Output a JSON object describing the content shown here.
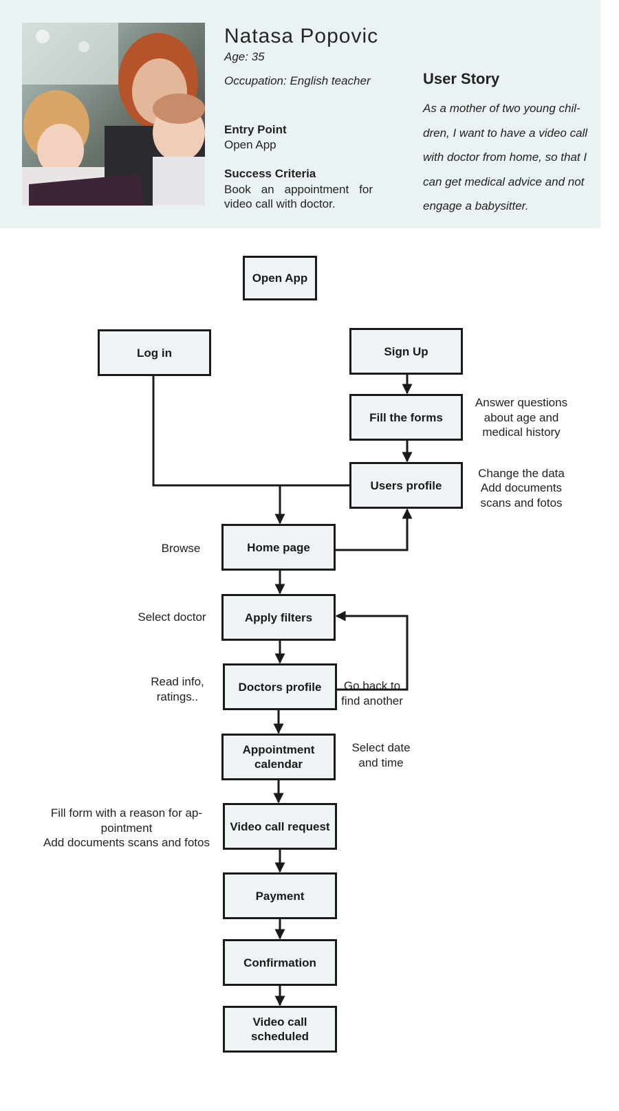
{
  "persona": {
    "name": "Natasa Popovic",
    "age": "Age: 35",
    "occupation": "Occupation: English teacher",
    "entry_point_title": "Entry Point",
    "entry_point_value": "Open App",
    "success_title": "Success Criteria",
    "success_value": "Book an appointment for video call with doctor.",
    "story_title": "User Story",
    "story_text": "As a mother of two young chil-dren, I want to have a video call with doctor from home, so that I can get medical advice and not engage a babysitter."
  },
  "flow": {
    "nodes": {
      "open_app": "Open App",
      "log_in": "Log in",
      "sign_up": "Sign Up",
      "fill_forms": "Fill the forms",
      "users_profile": "Users profile",
      "home_page": "Home page",
      "apply_filters": "Apply filters",
      "doctors_profile": "Doctors profile",
      "appointment_calendar": "Appointment calendar",
      "video_call_request": "Video call request",
      "payment": "Payment",
      "confirmation": "Confirmation",
      "video_call_scheduled": "Video call scheduled"
    },
    "notes": {
      "fill_forms": "Answer questions about age and medical history",
      "users_profile_1": "Change the data",
      "users_profile_2": "Add documents scans and fotos",
      "browse": "Browse",
      "select_doctor": "Select doctor",
      "read_info": "Read info, ratings..",
      "go_back": "Go back to find another",
      "select_date": "Select date and time",
      "fill_form_reason": "Fill form with a reason for ap-pointment",
      "add_documents": "Add documents scans and fotos"
    }
  }
}
